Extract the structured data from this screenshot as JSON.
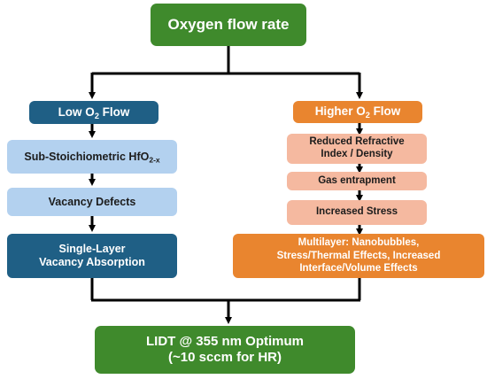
{
  "top": {
    "label": "Oxygen flow rate"
  },
  "left": {
    "header": {
      "prefix": "Low O",
      "sub": "2",
      "suffix": " Flow"
    },
    "step1": {
      "prefix": "Sub-Stoichiometric HfO",
      "sub": "2-x"
    },
    "step2": {
      "label": "Vacancy Defects"
    },
    "step3": {
      "line1": "Single-Layer",
      "line2": "Vacancy Absorption"
    }
  },
  "right": {
    "header": {
      "prefix": "Higher O",
      "sub": "2",
      "suffix": " Flow"
    },
    "step1": {
      "line1": "Reduced Refractive",
      "line2": "Index / Density"
    },
    "step2": {
      "label": "Gas entrapment"
    },
    "step3": {
      "label": "Increased Stress"
    },
    "step4": {
      "line1": "Multilayer: Nanobubbles,",
      "line2": "Stress/Thermal Effects, Increased",
      "line3": "Interface/Volume Effects"
    }
  },
  "bottom": {
    "line1": "LIDT @ 355 nm Optimum",
    "line2": "(~10 sccm for HR)"
  },
  "colors": {
    "green": "#3f8a2c",
    "navy": "#1f5f85",
    "light_blue": "#b3d1ef",
    "orange": "#e9852f",
    "peach": "#f5b9a0",
    "connector": "#000000"
  }
}
